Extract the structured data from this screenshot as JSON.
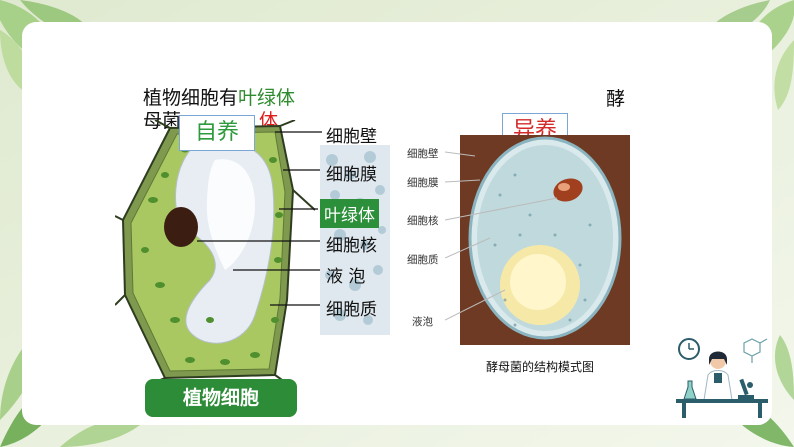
{
  "slide": {
    "header_plant_prefix": "植物细胞有",
    "header_plant_highlight": "叶绿体",
    "header_yeast_prefix": "母菌",
    "header_yeast_highlight": "体",
    "header_yeast_right": "酵",
    "tag_plant": "自养",
    "tag_yeast": "异养",
    "plant_button": "植物细胞",
    "yeast_caption": "酵母菌的结构模式图"
  },
  "plant_labels": [
    "细胞壁",
    "细胞膜",
    "叶绿体",
    "细胞核",
    "液 泡",
    "细胞质"
  ],
  "yeast_labels": [
    "细胞壁",
    "细胞膜",
    "细胞核",
    "细胞质",
    "液泡"
  ],
  "colors": {
    "accent_green": "#2c8f3a",
    "tag_border": "#7ba7d6",
    "plant_cell_fill": "#9fc25a",
    "yeast_bg": "#6e3a24",
    "highlight_red": "#e21b1b"
  },
  "icons": [
    "leaf-decoration-icon",
    "clock-icon",
    "scientist-illustration-icon",
    "molecule-icon",
    "microscope-icon"
  ]
}
